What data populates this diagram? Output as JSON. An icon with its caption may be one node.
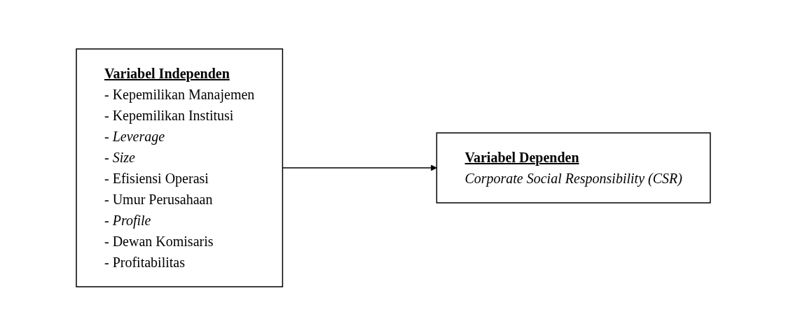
{
  "diagram": {
    "nodes": [
      {
        "text": [
          "Variabel Independen",
          "- Kepemilikan Manajemen",
          "- Kepemilikan Institusi",
          "- Leverage",
          "- Size",
          "- Efisiensi Operasi",
          "- Umur Perusahaan",
          "- Profile",
          "- Dewan Komisaris",
          "- Profitabilitas"
        ]
      },
      {
        "text": [
          "Variabel Dependen",
          "Corporate Social Responsibility (CSR)"
        ]
      }
    ],
    "edges": [
      {
        "from": 0,
        "to": 1,
        "arrow": "to"
      }
    ]
  }
}
